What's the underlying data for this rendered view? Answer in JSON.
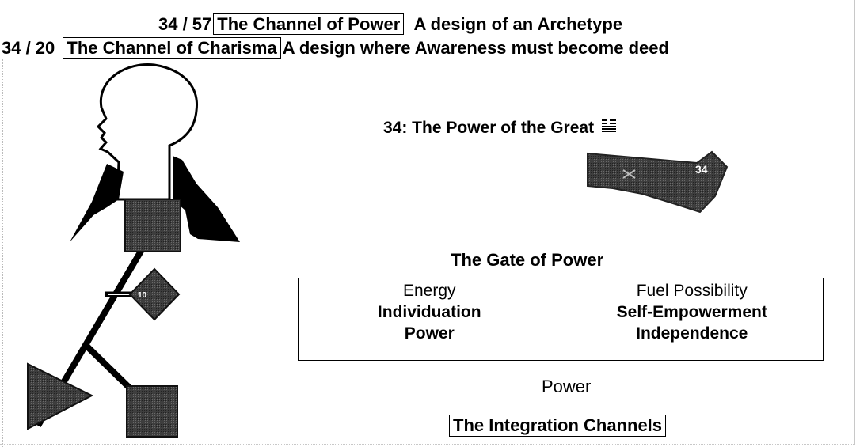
{
  "header": {
    "channel_1": {
      "number": "34 / 57",
      "name": "The Channel of Power",
      "description": "A design of an Archetype"
    },
    "channel_2": {
      "number": "34 / 20",
      "name": "The Channel of Charisma",
      "description": "A design where Awareness must become deed"
    }
  },
  "gate": {
    "title": "34: The Power of the Great",
    "hexagram_icon": "hexagram-34-icon",
    "badge_number": "34",
    "name": "The Gate of Power",
    "keynotes_left": [
      "Energy",
      "Individuation",
      "Power"
    ],
    "keynotes_right": [
      "Fuel Possibility",
      "Self-Empowerment",
      "Independence"
    ],
    "circuit_theme": "Power",
    "circuit_group": "The Integration Channels"
  },
  "bodygraph": {
    "gate_label": "10",
    "colors": {
      "center_fill": "#3a3a3a",
      "shape_black": "#000000"
    }
  }
}
